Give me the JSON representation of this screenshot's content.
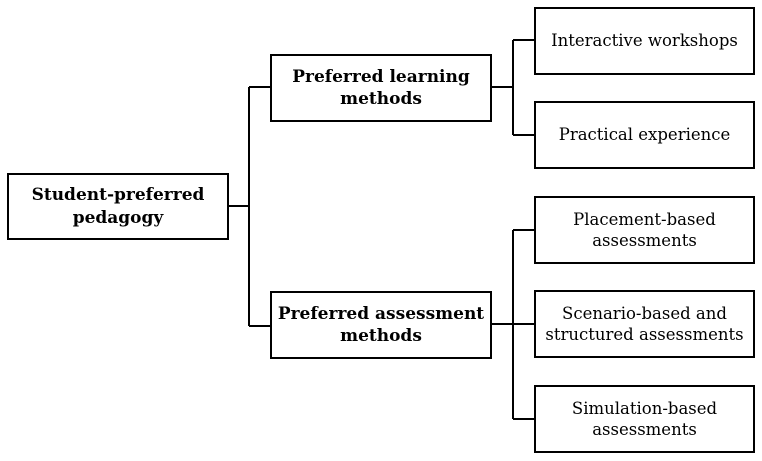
{
  "diagram": {
    "root": {
      "label": "Student-preferred\npedagogy"
    },
    "branches": [
      {
        "label": "Preferred learning\nmethods",
        "children": [
          "Interactive workshops",
          "Practical experience"
        ]
      },
      {
        "label": "Preferred assessment\nmethods",
        "children": [
          "Placement-based\nassessments",
          "Scenario-based and\nstructured assessments",
          "Simulation-based\nassessments"
        ]
      }
    ],
    "colors": {
      "line": "#000000",
      "box_border": "#000000",
      "background": "#ffffff"
    }
  }
}
